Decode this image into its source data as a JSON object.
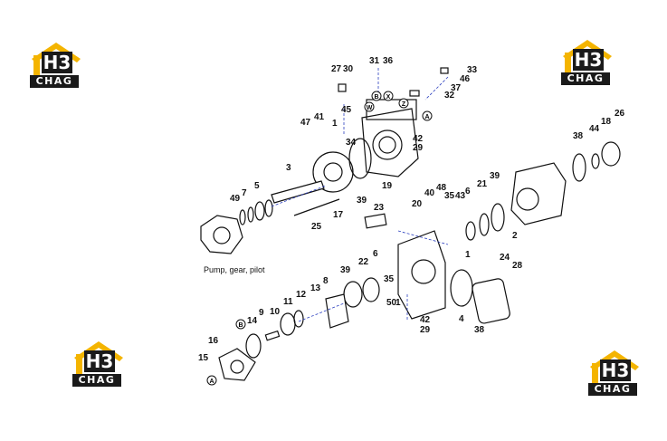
{
  "logos": [
    {
      "mark": "H3",
      "text": "CHAG"
    },
    {
      "mark": "H3",
      "text": "CHAG"
    },
    {
      "mark": "H3",
      "text": "CHAG"
    },
    {
      "mark": "H3",
      "text": "CHAG"
    }
  ],
  "colors": {
    "logo_yellow": "#f4b400",
    "ink": "#111111",
    "leader_blue": "#2b3fbf",
    "leader_red": "#d22020"
  },
  "caption": "Pump, gear, pilot",
  "labels": [
    "27",
    "30",
    "31",
    "36",
    "33",
    "46",
    "37",
    "32",
    "45",
    "47",
    "41",
    "1",
    "34",
    "42",
    "29",
    "3",
    "7",
    "5",
    "49",
    "17",
    "25",
    "39",
    "19",
    "38",
    "44",
    "18",
    "26",
    "39",
    "21",
    "6",
    "43",
    "35",
    "48",
    "40",
    "20",
    "23",
    "2",
    "1",
    "22",
    "8",
    "13",
    "12",
    "11",
    "10",
    "9",
    "14",
    "16",
    "15",
    "39",
    "6",
    "35",
    "50",
    "1",
    "42",
    "29",
    "4",
    "24",
    "28",
    "38"
  ],
  "callouts": [
    "B",
    "W",
    "X",
    "Z",
    "A",
    "B",
    "A"
  ]
}
